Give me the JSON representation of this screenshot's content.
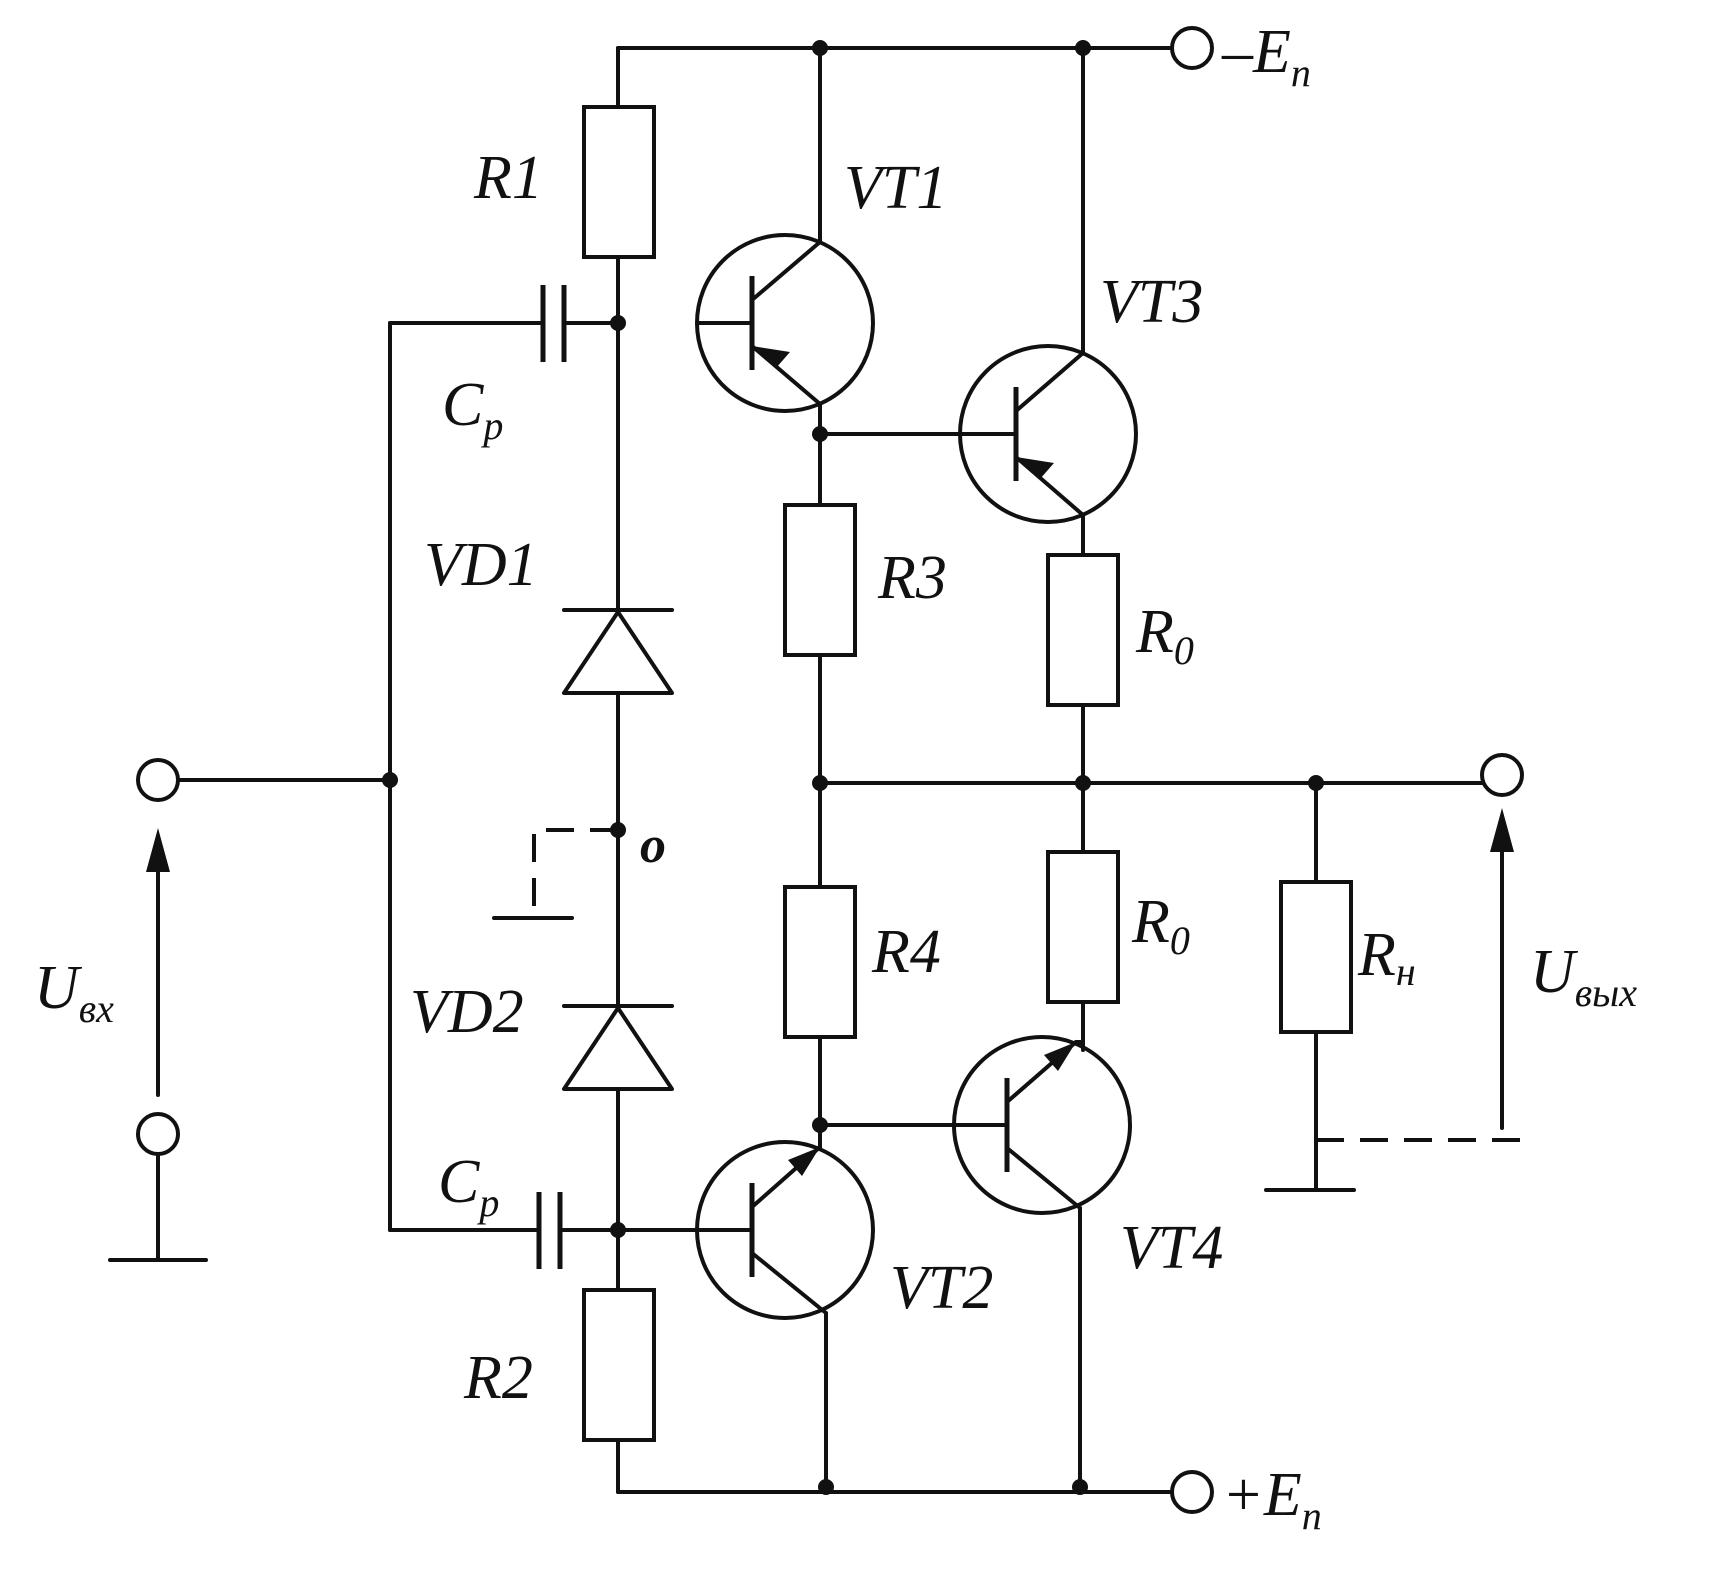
{
  "labels": {
    "r1": "R1",
    "r2": "R2",
    "r3": "R3",
    "r4": "R4",
    "r0_top": {
      "main": "R",
      "sub": "0"
    },
    "r0_bottom": {
      "main": "R",
      "sub": "0"
    },
    "rn": {
      "main": "R",
      "sub": "н"
    },
    "vt1": "VT1",
    "vt2": "VT2",
    "vt3": "VT3",
    "vt4": "VT4",
    "vd1": "VD1",
    "vd2": "VD2",
    "cp_top": {
      "main": "C",
      "sub": "p"
    },
    "cp_bottom": {
      "main": "C",
      "sub": "p"
    },
    "node_o": "o",
    "supply_neg": {
      "main": "–E",
      "sub": "п"
    },
    "supply_pos": {
      "main": "+E",
      "sub": "п"
    },
    "u_in": {
      "main": "U",
      "sub": "вх"
    },
    "u_out": {
      "main": "U",
      "sub": "вых"
    }
  }
}
